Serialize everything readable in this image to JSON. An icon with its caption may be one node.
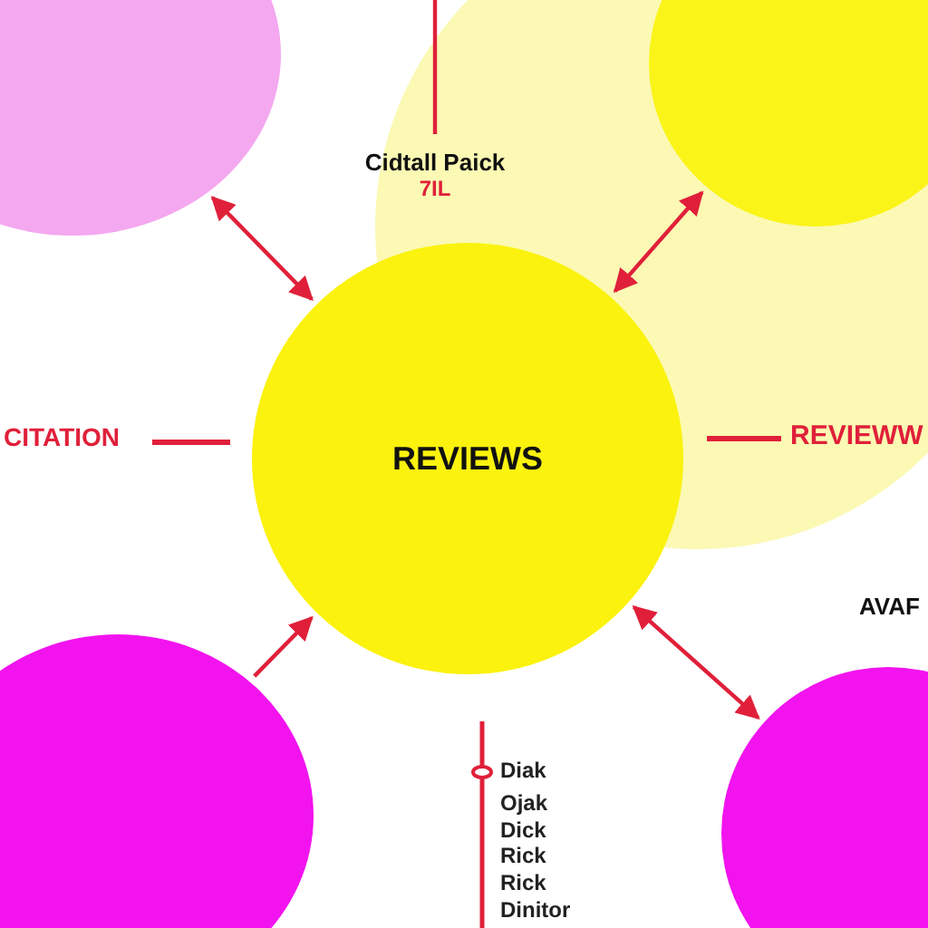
{
  "diagram": {
    "nodes": [
      {
        "text": [
          "REVIEWS"
        ]
      },
      {
        "text": [],
        "shape": "circle"
      },
      {
        "text": [],
        "shape": "circle"
      },
      {
        "text": [],
        "shape": "circle"
      },
      {
        "text": [],
        "shape": "circle"
      },
      {
        "text": [
          "Cidtall Paick"
        ],
        "beside": [
          "7IL"
        ]
      }
    ],
    "edges": [
      {
        "from": 0,
        "to": 1,
        "arrow": "both"
      },
      {
        "from": 0,
        "to": 2,
        "arrow": "both"
      },
      {
        "from": 3,
        "to": 0,
        "arrow": "to"
      },
      {
        "from": 0,
        "to": 4,
        "arrow": "both"
      },
      {
        "from": null,
        "to": 5,
        "arrow": "none"
      }
    ],
    "labels": [
      "CITATION",
      "REVIEWW",
      "AVAF",
      "Diak",
      "Ojak",
      "Dick",
      "Rick",
      "Rick",
      "Dinitor"
    ]
  }
}
